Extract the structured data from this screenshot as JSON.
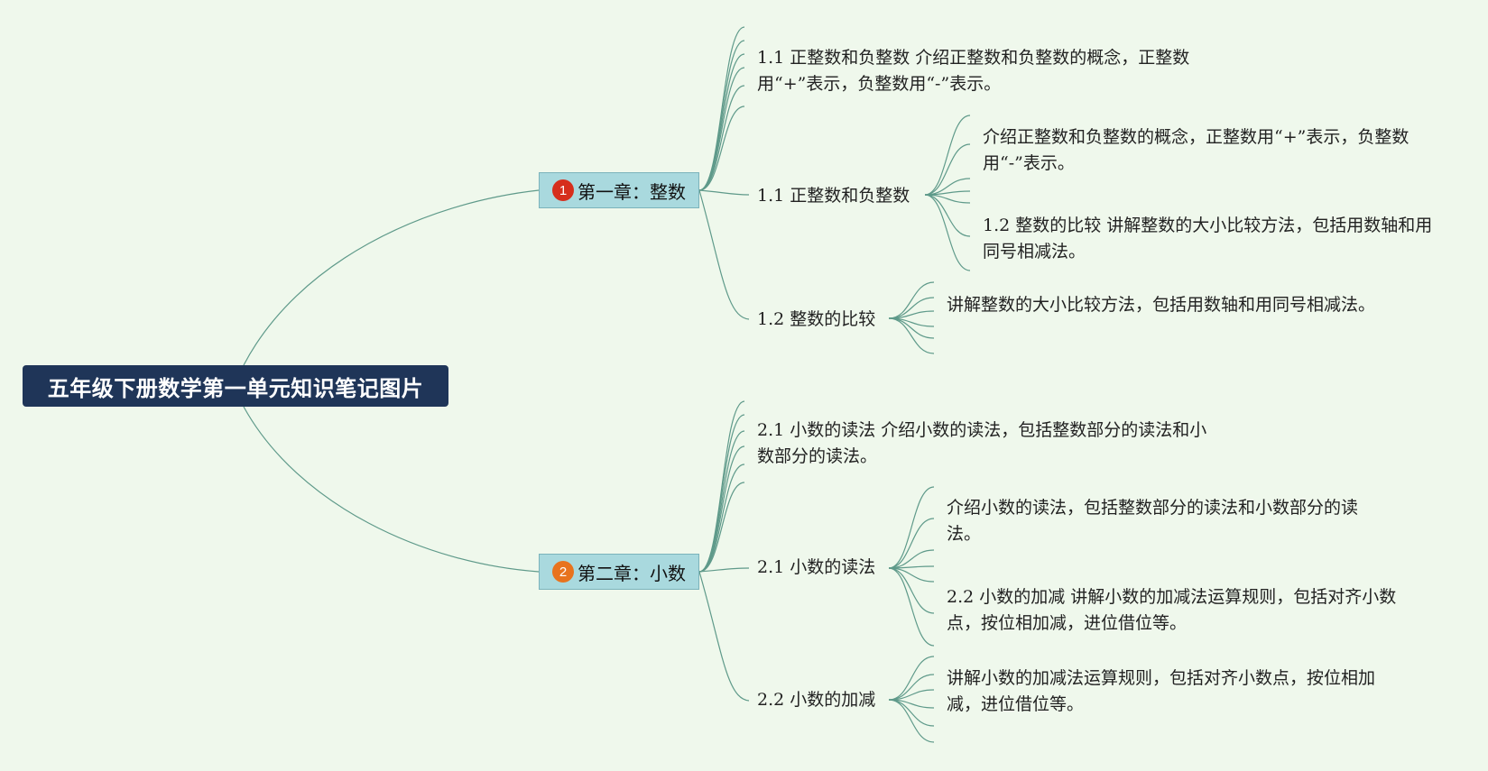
{
  "root": {
    "title": "五年级下册数学第一单元知识笔记图片"
  },
  "chapter1": {
    "number": "1",
    "badge_color": "#d62e1c",
    "label": "第一章：整数",
    "intro_topic": "1.1 正整数和负整数 介绍正整数和负整数的概念，正整数用“+”表示，负整数用“-”表示。",
    "section1": {
      "label": "1.1 正整数和负整数",
      "desc": "介绍正整数和负整数的概念，正整数用“+”表示，负整数用“-”表示。",
      "next_topic": "1.2 整数的比较 讲解整数的大小比较方法，包括用数轴和用同号相减法。"
    },
    "section2": {
      "label": "1.2 整数的比较",
      "desc": "讲解整数的大小比较方法，包括用数轴和用同号相减法。"
    }
  },
  "chapter2": {
    "number": "2",
    "badge_color": "#e8731e",
    "label": "第二章：小数",
    "intro_topic": "2.1 小数的读法 介绍小数的读法，包括整数部分的读法和小数部分的读法。",
    "section1": {
      "label": "2.1 小数的读法",
      "desc": "介绍小数的读法，包括整数部分的读法和小数部分的读法。",
      "next_topic": "2.2 小数的加减 讲解小数的加减法运算规则，包括对齐小数点，按位相加减，进位借位等。"
    },
    "section2": {
      "label": "2.2 小数的加减",
      "desc": "讲解小数的加减法运算规则，包括对齐小数点，按位相加减，进位借位等。"
    }
  }
}
